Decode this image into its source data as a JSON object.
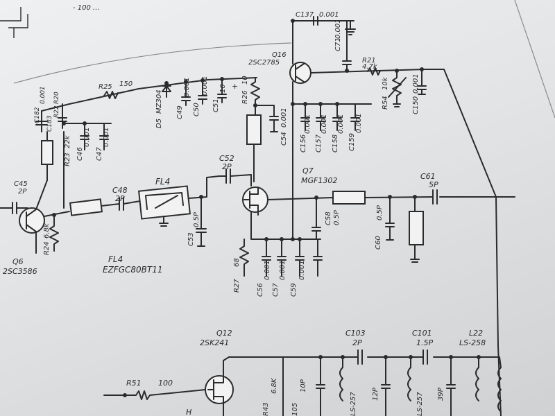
{
  "schematic": {
    "c137": {
      "ref": "C137",
      "value": "0.001"
    },
    "q16": {
      "ref": "Q16",
      "part": "2SC2785"
    },
    "c71": {
      "ref": "C71",
      "value": "0.001"
    },
    "r21": {
      "ref": "R21",
      "value": "4.7k"
    },
    "r54": {
      "ref": "R54",
      "value": "10k"
    },
    "c150": {
      "ref": "C150",
      "value": "0.001"
    },
    "r25": {
      "ref": "R25",
      "value": "150"
    },
    "d5": {
      "ref": "D5",
      "part": "MZ304"
    },
    "c49": {
      "ref": "C49",
      "value": "0.001"
    },
    "c50": {
      "ref": "C50",
      "value": "0.001"
    },
    "c51": {
      "ref": "C51",
      "value": "10"
    },
    "c51_pol": "+",
    "r26": {
      "ref": "R26",
      "value": "10"
    },
    "c54": {
      "ref": "C54",
      "value": "0.001"
    },
    "c156": {
      "ref": "C156",
      "value": "0.001"
    },
    "c157": {
      "ref": "C157",
      "value": "0.001"
    },
    "c158": {
      "ref": "C158",
      "value": "0.001"
    },
    "c159": {
      "ref": "C159",
      "value": "0.001"
    },
    "r23": {
      "ref": "R23",
      "value": "22k"
    },
    "c46": {
      "ref": "C46",
      "value": "0.001"
    },
    "c47": {
      "ref": "C47",
      "value": "0.001"
    },
    "c45": {
      "ref": "C45",
      "value": "2P"
    },
    "c48": {
      "ref": "C48",
      "value": "2P"
    },
    "fl4": {
      "ref": "FL4",
      "part": "EZFGC80BT11"
    },
    "c52": {
      "ref": "C52",
      "value": "2P"
    },
    "q7": {
      "ref": "Q7",
      "part": "MGF1302"
    },
    "c61": {
      "ref": "C61",
      "value": "5P"
    },
    "c53": {
      "ref": "C53",
      "value": "0.5P"
    },
    "c58": {
      "ref": "C58",
      "value": "0.5P"
    },
    "c60": {
      "ref": "C60",
      "value": "0.5P"
    },
    "r24": {
      "ref": "R24",
      "value": "6.8k"
    },
    "q6": {
      "ref": "Q6",
      "part": "2SC3586"
    },
    "r27": {
      "ref": "R27",
      "value": "68"
    },
    "c56": {
      "ref": "C56",
      "value": "0.001"
    },
    "c57": {
      "ref": "C57",
      "value": "0.001"
    },
    "c59": {
      "ref": "C59",
      "value": "0.001"
    },
    "q12": {
      "ref": "Q12",
      "part": "2SK241"
    },
    "c103": {
      "ref": "C103",
      "value": "2P"
    },
    "c101": {
      "ref": "C101",
      "value": "1.5P"
    },
    "l22": {
      "ref": "L22",
      "part": "LS-258"
    },
    "r51": {
      "ref": "R51",
      "value": "100"
    },
    "partial": {
      "r43": "R43",
      "r43_val": "6.8K",
      "c105": "105",
      "c105_val": "10P",
      "ls257a": "LS-257",
      "c12p": "12P",
      "ls257b": "LS-257",
      "c39p": "39P",
      "h": "H",
      "r22a": "R22",
      "r22b": "R20",
      "c182": "C182",
      "c183": "C183",
      "v001a": "0.001",
      "v001b": "0.001",
      "edge_top": "- 100 ..."
    }
  }
}
